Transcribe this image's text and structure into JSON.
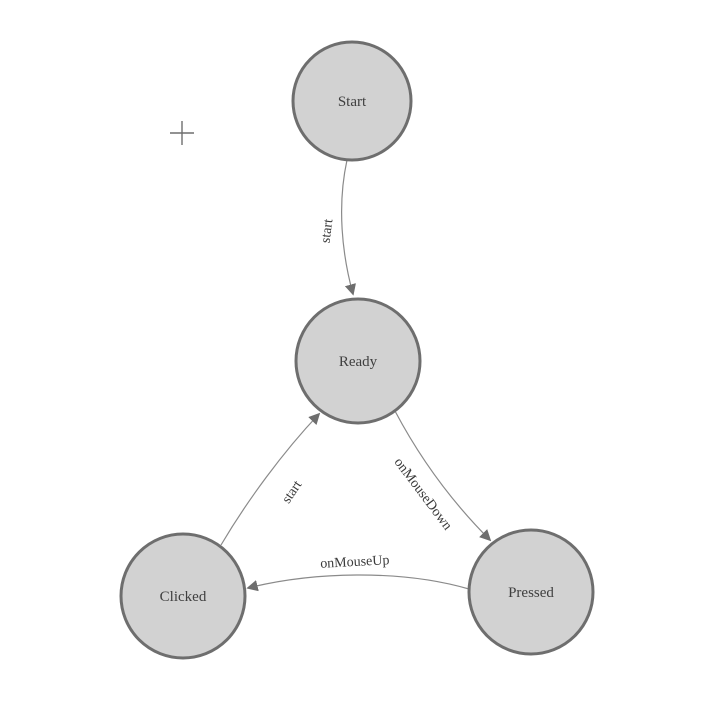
{
  "diagram_type": "finite-state-machine",
  "colors": {
    "background": "#ffffff",
    "node_fill": "#d2d2d2",
    "node_stroke": "#6e6e6e",
    "edge_stroke": "#8a8a8a",
    "label_text": "#3f3f3f"
  },
  "nodes": {
    "start": {
      "label": "Start"
    },
    "ready": {
      "label": "Ready"
    },
    "clicked": {
      "label": "Clicked"
    },
    "pressed": {
      "label": "Pressed"
    }
  },
  "edges": {
    "start_to_ready": {
      "label": "start"
    },
    "ready_to_pressed": {
      "label": "onMouseDown"
    },
    "pressed_to_clicked": {
      "label": "onMouseUp"
    },
    "clicked_to_ready": {
      "label": "start"
    }
  },
  "icons": {
    "origin_cross": "+"
  }
}
